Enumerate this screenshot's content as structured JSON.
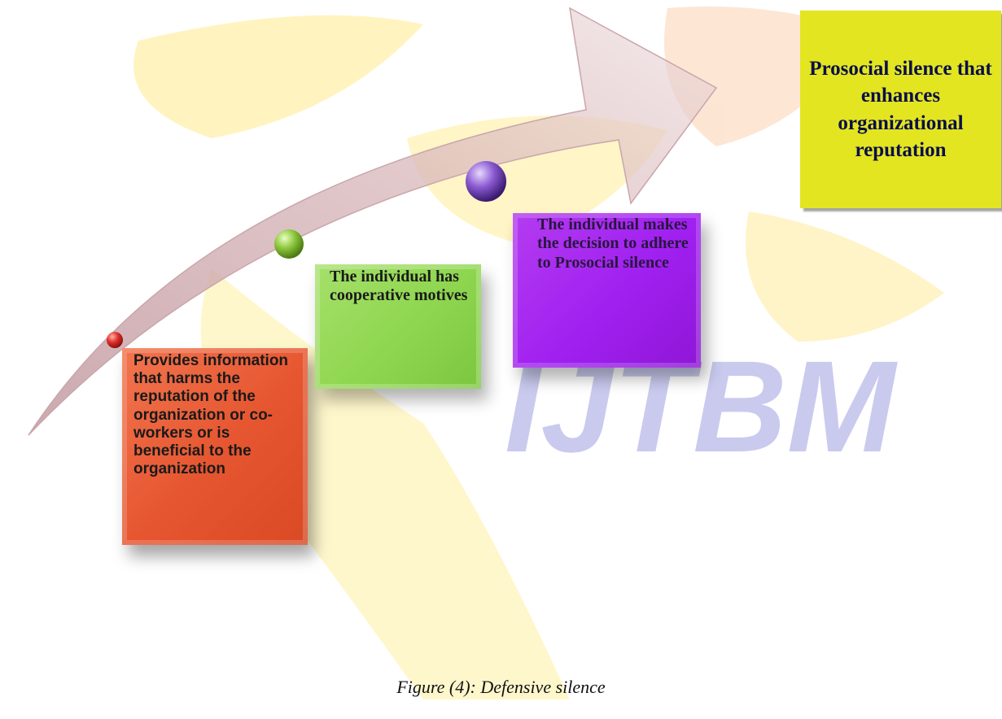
{
  "diagram": {
    "steps": [
      {
        "text": "Provides information that harms the reputation of the organization or co-workers or is beneficial to the organization",
        "color": "#e5552f"
      },
      {
        "text": "The individual has cooperative motives",
        "color": "#8ed64f"
      },
      {
        "text": "The individual makes the decision to adhere to Prosocial silence",
        "color": "#a020f0"
      }
    ],
    "outcome": {
      "text": "Prosocial silence that enhances organizational reputation",
      "color": "#e3e520"
    },
    "arrow_color": "#b07b82",
    "watermark": "IJTBM",
    "watermark_color": "#b9b9ea"
  },
  "caption": "Figure (4): Defensive silence"
}
